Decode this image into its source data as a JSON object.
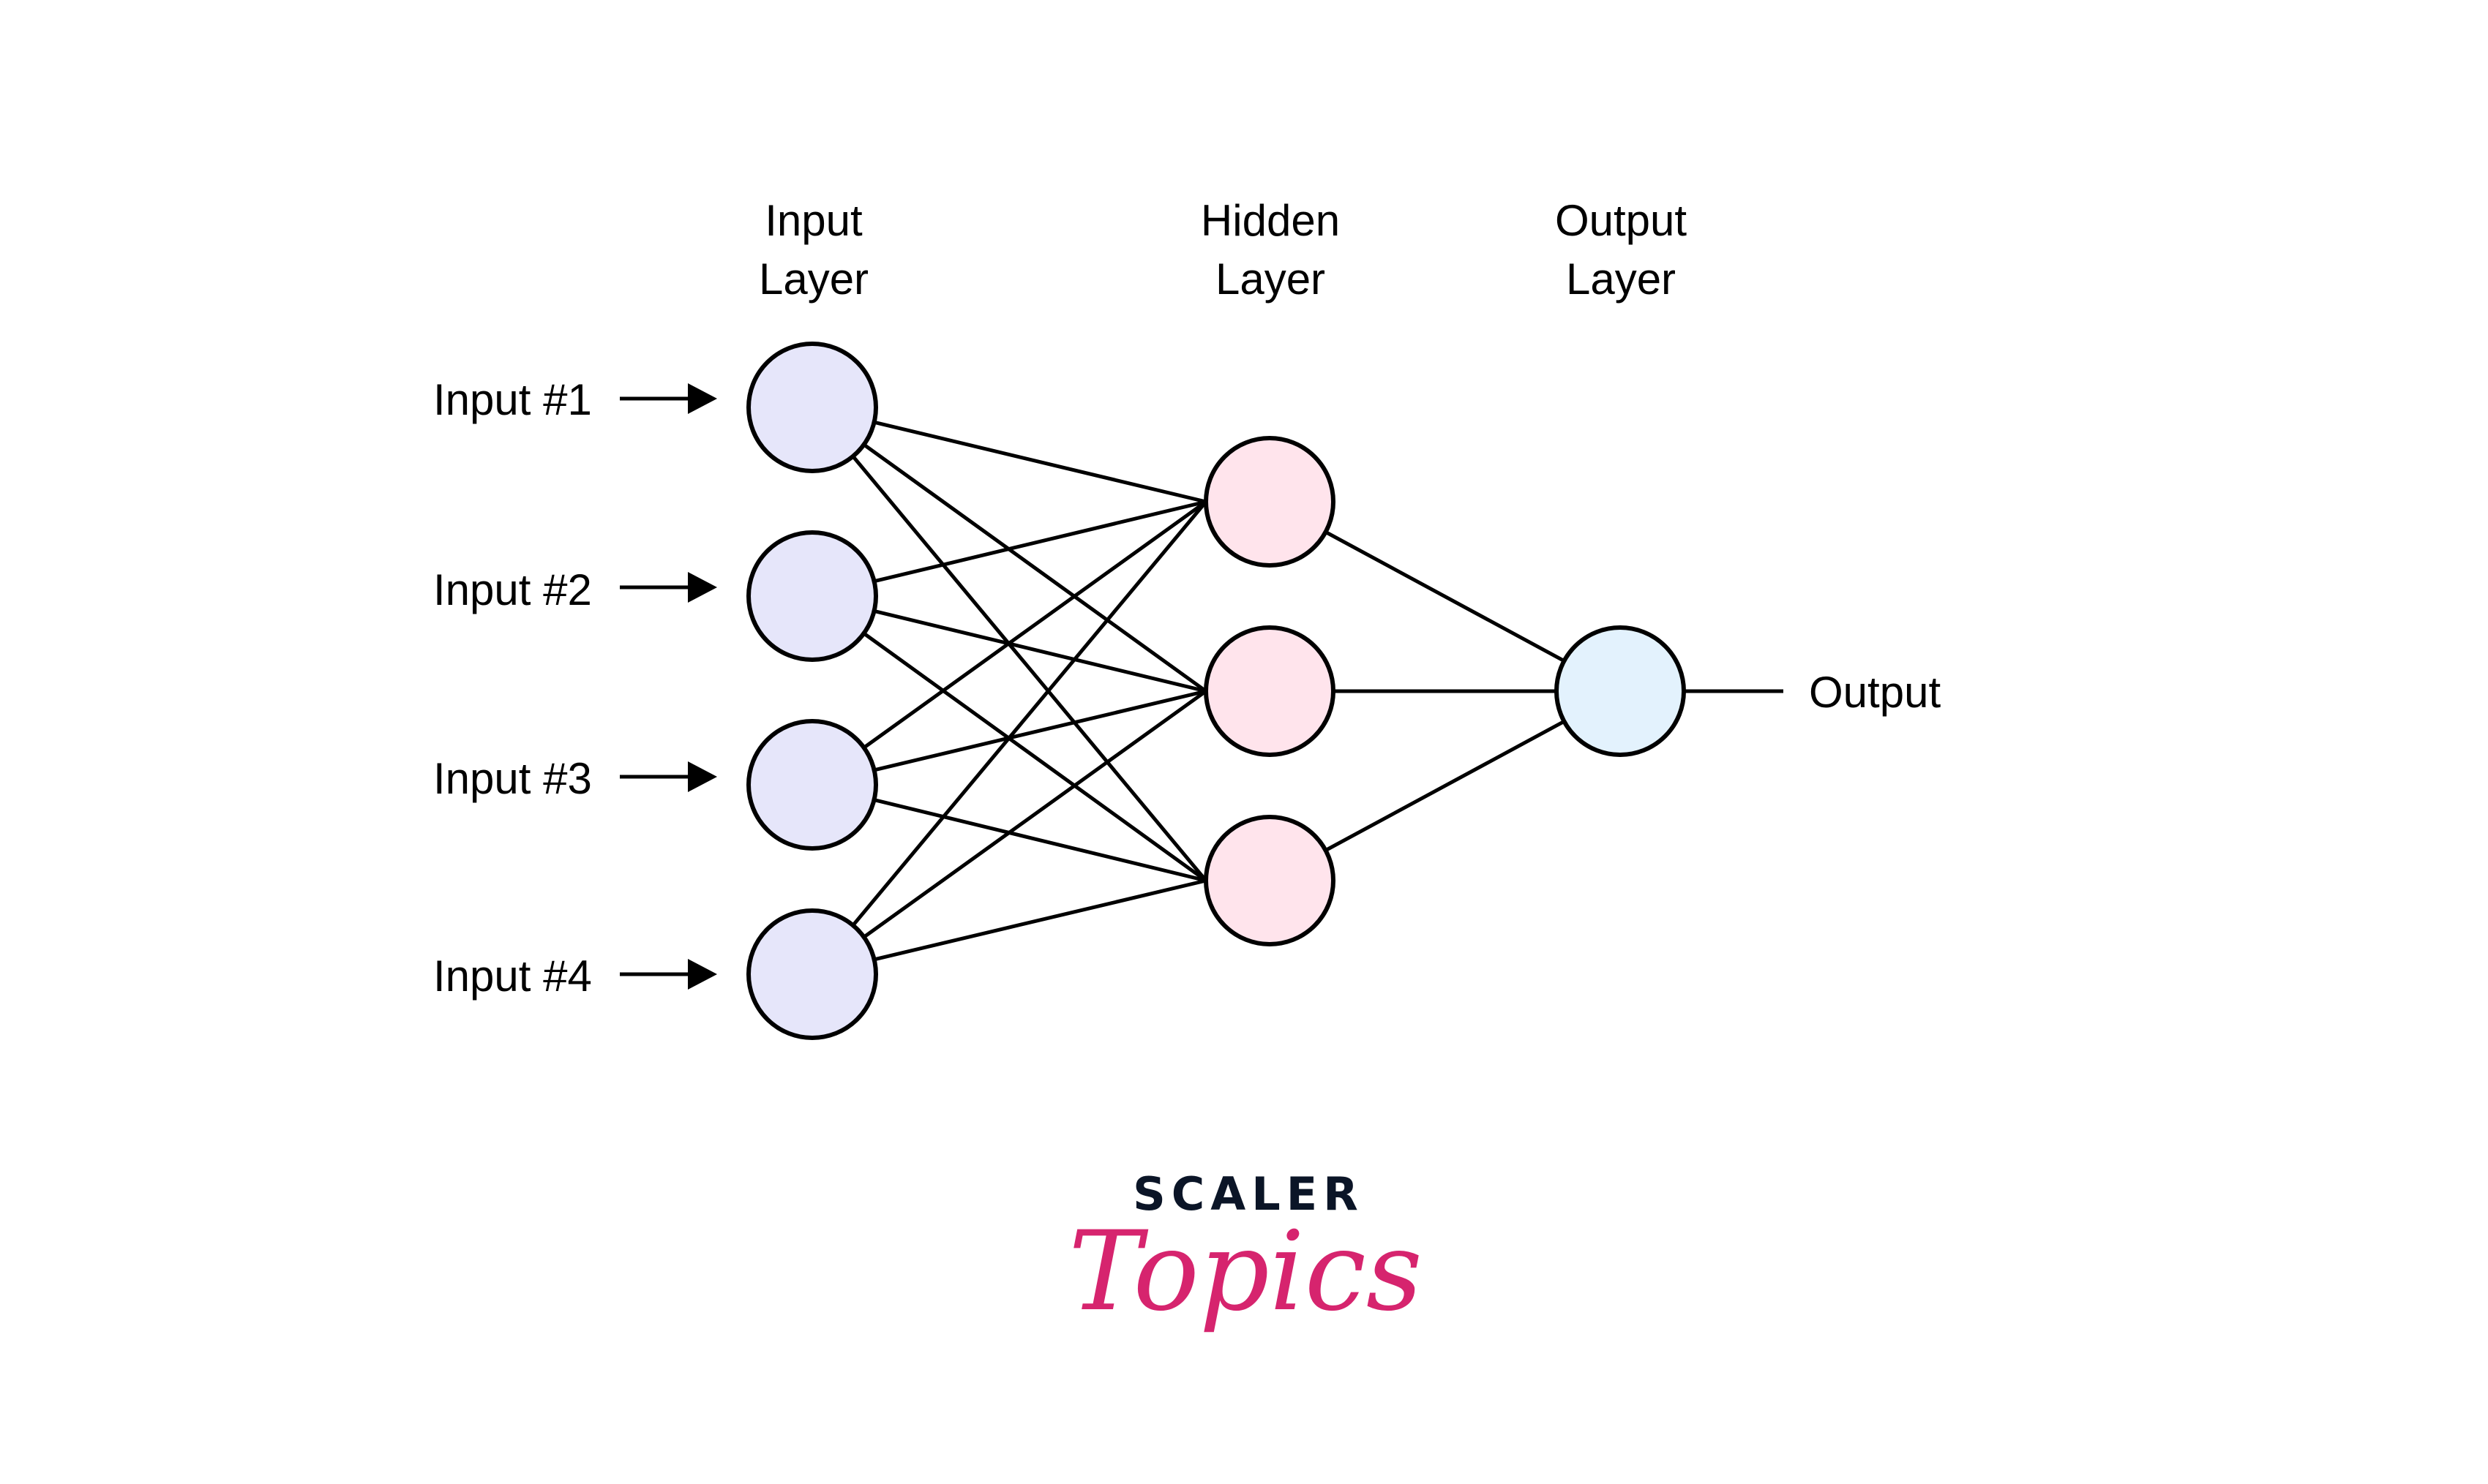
{
  "diagram": {
    "title": "Neural network with one hidden layer",
    "layers": [
      {
        "id": "input",
        "title_line1": "Input",
        "title_line2": "Layer",
        "node_count": 4,
        "fill": "#E6E6FA"
      },
      {
        "id": "hidden",
        "title_line1": "Hidden",
        "title_line2": "Layer",
        "node_count": 3,
        "fill": "#FFE4EC"
      },
      {
        "id": "output",
        "title_line1": "Output",
        "title_line2": "Layer",
        "node_count": 1,
        "fill": "#E3F2FD"
      }
    ],
    "inputs": [
      "Input #1",
      "Input #2",
      "Input #3",
      "Input #4"
    ],
    "output_label": "Output",
    "connections": "fully-connected",
    "stroke_color": "#000000"
  },
  "logo": {
    "brand": "SCALER",
    "product": "Topics",
    "brand_color": "#0B1527",
    "product_color": "#D6246E"
  }
}
